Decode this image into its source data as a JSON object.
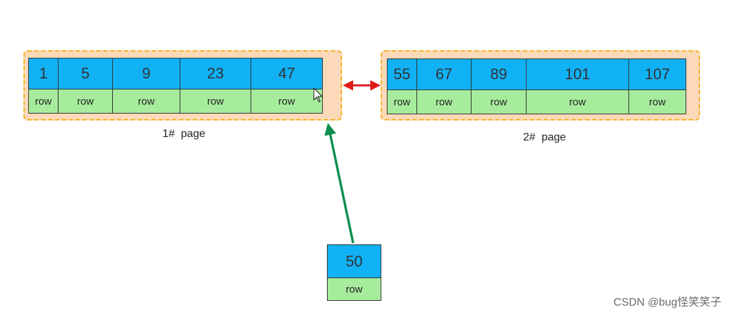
{
  "pages": [
    {
      "label": "1#  page",
      "records": [
        {
          "key": "1",
          "value": "row"
        },
        {
          "key": "5",
          "value": "row"
        },
        {
          "key": "9",
          "value": "row"
        },
        {
          "key": "23",
          "value": "row"
        },
        {
          "key": "47",
          "value": "row"
        }
      ]
    },
    {
      "label": "2#  page",
      "records": [
        {
          "key": "55",
          "value": "row"
        },
        {
          "key": "67",
          "value": "row"
        },
        {
          "key": "89",
          "value": "row"
        },
        {
          "key": "101",
          "value": "row"
        },
        {
          "key": "107",
          "value": "row"
        }
      ]
    }
  ],
  "new_record": {
    "key": "50",
    "value": "row"
  },
  "watermark": "CSDN @bug怪笑笑子",
  "colors": {
    "key_cell": "#10b1f5",
    "value_cell": "#a6ec9c",
    "page_fill": "#fcd9b8",
    "page_border": "#f5b31f",
    "link_arrow": "#e01a1a",
    "insert_arrow": "#0e8f4f"
  }
}
